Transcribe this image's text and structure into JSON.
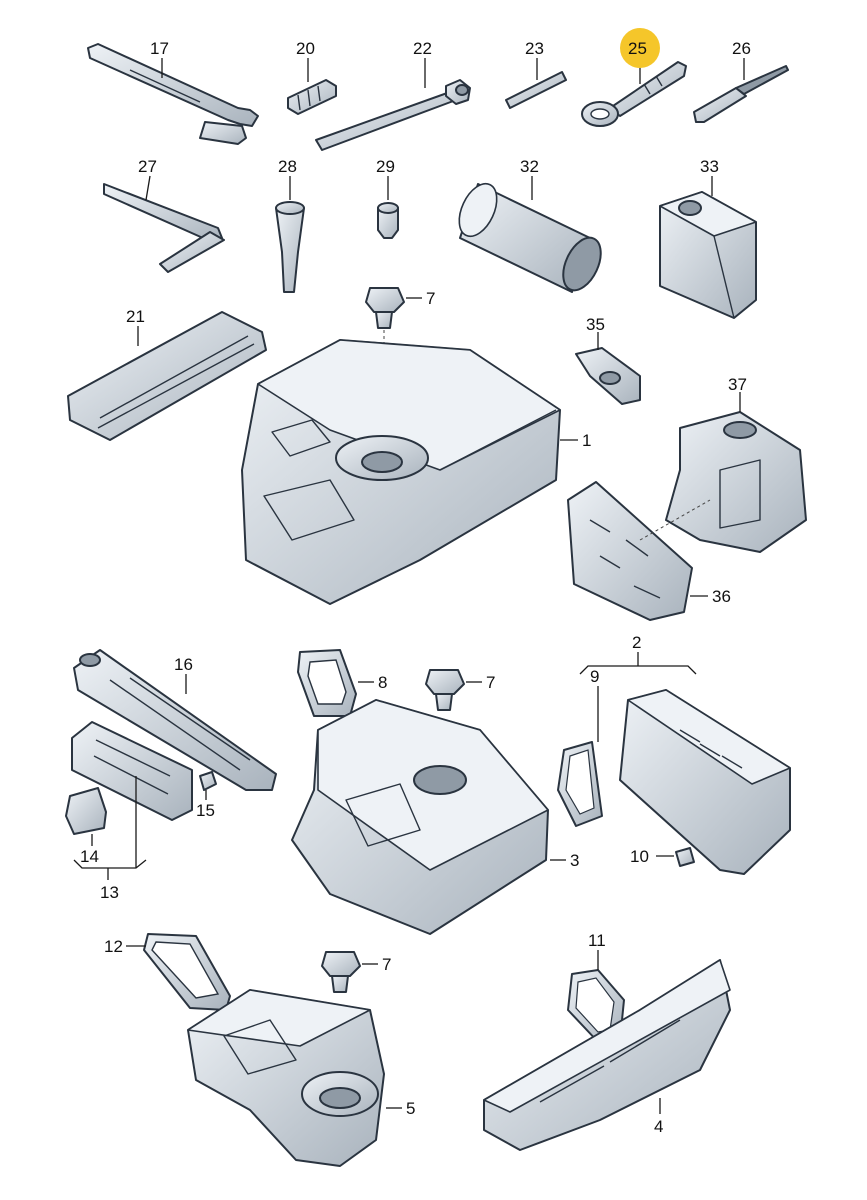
{
  "diagram": {
    "highlighted_part": "25",
    "callouts": {
      "p17": "17",
      "p20": "20",
      "p22": "22",
      "p23": "23",
      "p25": "25",
      "p26": "26",
      "p27": "27",
      "p28": "28",
      "p29": "29",
      "p32": "32",
      "p33": "33",
      "p7a": "7",
      "p21": "21",
      "p35": "35",
      "p37": "37",
      "p1": "1",
      "p36": "36",
      "p16": "16",
      "p8": "8",
      "p7b": "7",
      "p2": "2",
      "p9": "9",
      "p15": "15",
      "p14": "14",
      "p13": "13",
      "p3": "3",
      "p10": "10",
      "p12": "12",
      "p7c": "7",
      "p11": "11",
      "p5": "5",
      "p4": "4"
    },
    "colors": {
      "part_fill_light": "#e4e9ee",
      "part_fill_dark": "#a9b3bd",
      "outline": "#2a3440",
      "highlight": "#f5c62a"
    }
  }
}
